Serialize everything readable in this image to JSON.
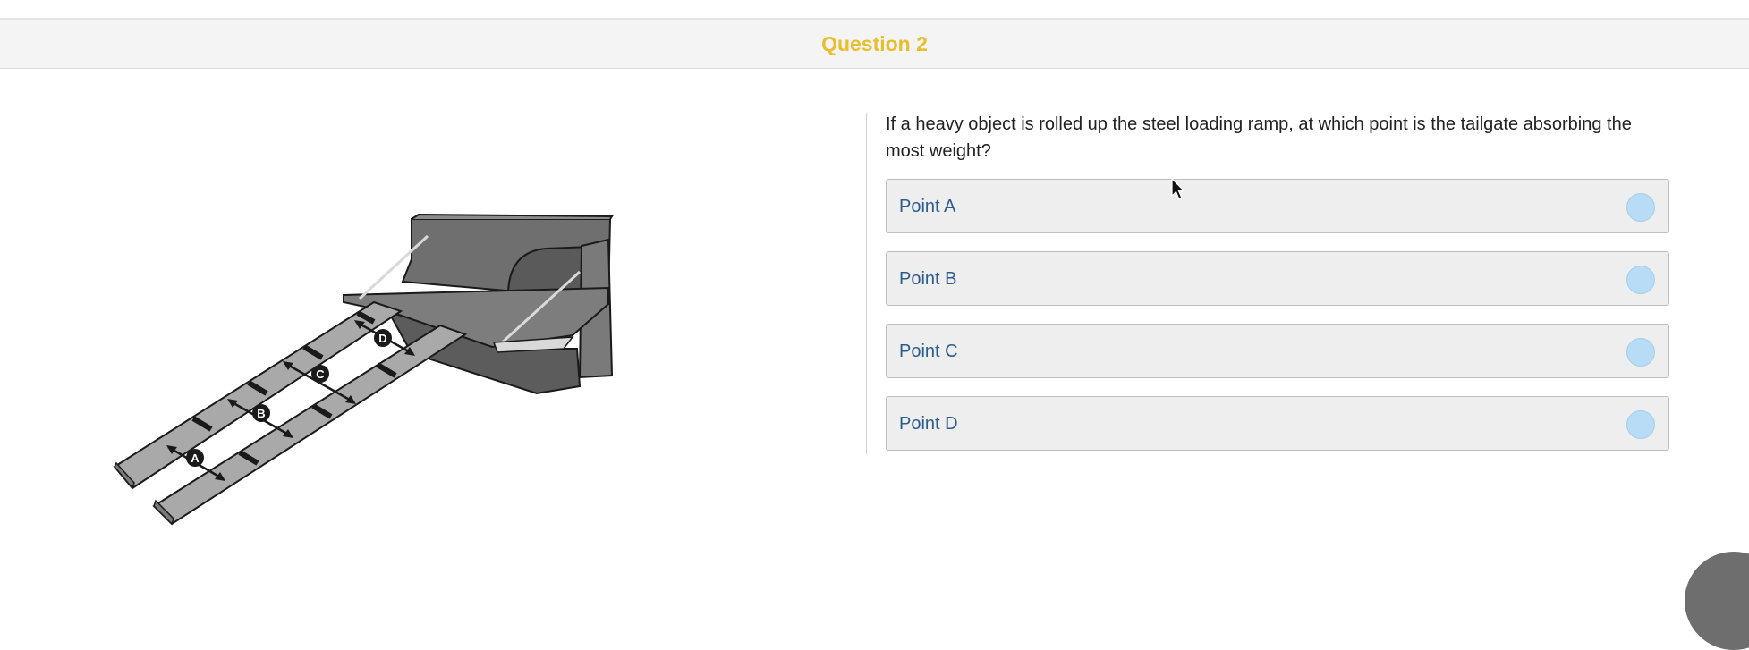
{
  "question": {
    "title": "Question 2"
  },
  "prompt": "If a heavy object is rolled up the steel loading ramp, at which point is the tailgate absorbing the most weight?",
  "options": [
    {
      "label": "Point A"
    },
    {
      "label": "Point B"
    },
    {
      "label": "Point C"
    },
    {
      "label": "Point D"
    }
  ],
  "figure": {
    "point_labels": [
      "A",
      "B",
      "C",
      "D"
    ]
  },
  "colors": {
    "title": "#e8be2c",
    "option_text": "#2b5c8e",
    "radio": "#b8dcf5"
  }
}
